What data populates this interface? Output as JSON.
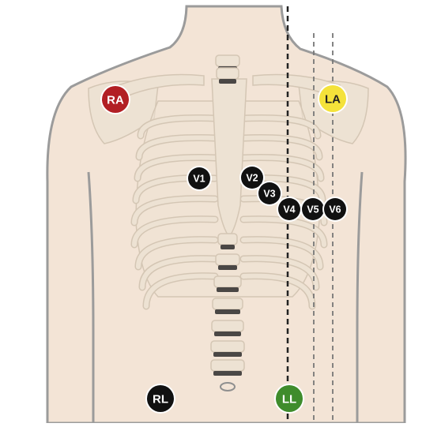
{
  "colors": {
    "background": "#ffffff",
    "skin": "#f3e4d6",
    "skin_outline": "#9b9b9b",
    "bone": "#ede2d3",
    "bone_shadow": "#d4c6b4",
    "vertebra_dark": "#4a4745",
    "electrode_dark": "#111111",
    "electrode_text": "#ffffff",
    "electrode_ra": "#b21f24",
    "electrode_la": "#f4e23a",
    "electrode_la_text": "#222222",
    "electrode_ll": "#3f8c2c",
    "guide_line": "#222222",
    "guide_line_light": "#777777"
  },
  "diagram": {
    "electrodes": [
      {
        "id": "ra",
        "label": "RA",
        "color_key": "electrode_ra",
        "text_key": "electrode_text"
      },
      {
        "id": "la",
        "label": "LA",
        "color_key": "electrode_la",
        "text_key": "electrode_la_text"
      },
      {
        "id": "v1",
        "label": "V1",
        "color_key": "electrode_dark",
        "text_key": "electrode_text"
      },
      {
        "id": "v2",
        "label": "V2",
        "color_key": "electrode_dark",
        "text_key": "electrode_text"
      },
      {
        "id": "v3",
        "label": "V3",
        "color_key": "electrode_dark",
        "text_key": "electrode_text"
      },
      {
        "id": "v4",
        "label": "V4",
        "color_key": "electrode_dark",
        "text_key": "electrode_text"
      },
      {
        "id": "v5",
        "label": "V5",
        "color_key": "electrode_dark",
        "text_key": "electrode_text"
      },
      {
        "id": "v6",
        "label": "V6",
        "color_key": "electrode_dark",
        "text_key": "electrode_text"
      },
      {
        "id": "rl",
        "label": "RL",
        "color_key": "electrode_dark",
        "text_key": "electrode_text"
      },
      {
        "id": "ll",
        "label": "LL",
        "color_key": "electrode_ll",
        "text_key": "electrode_text"
      }
    ]
  }
}
